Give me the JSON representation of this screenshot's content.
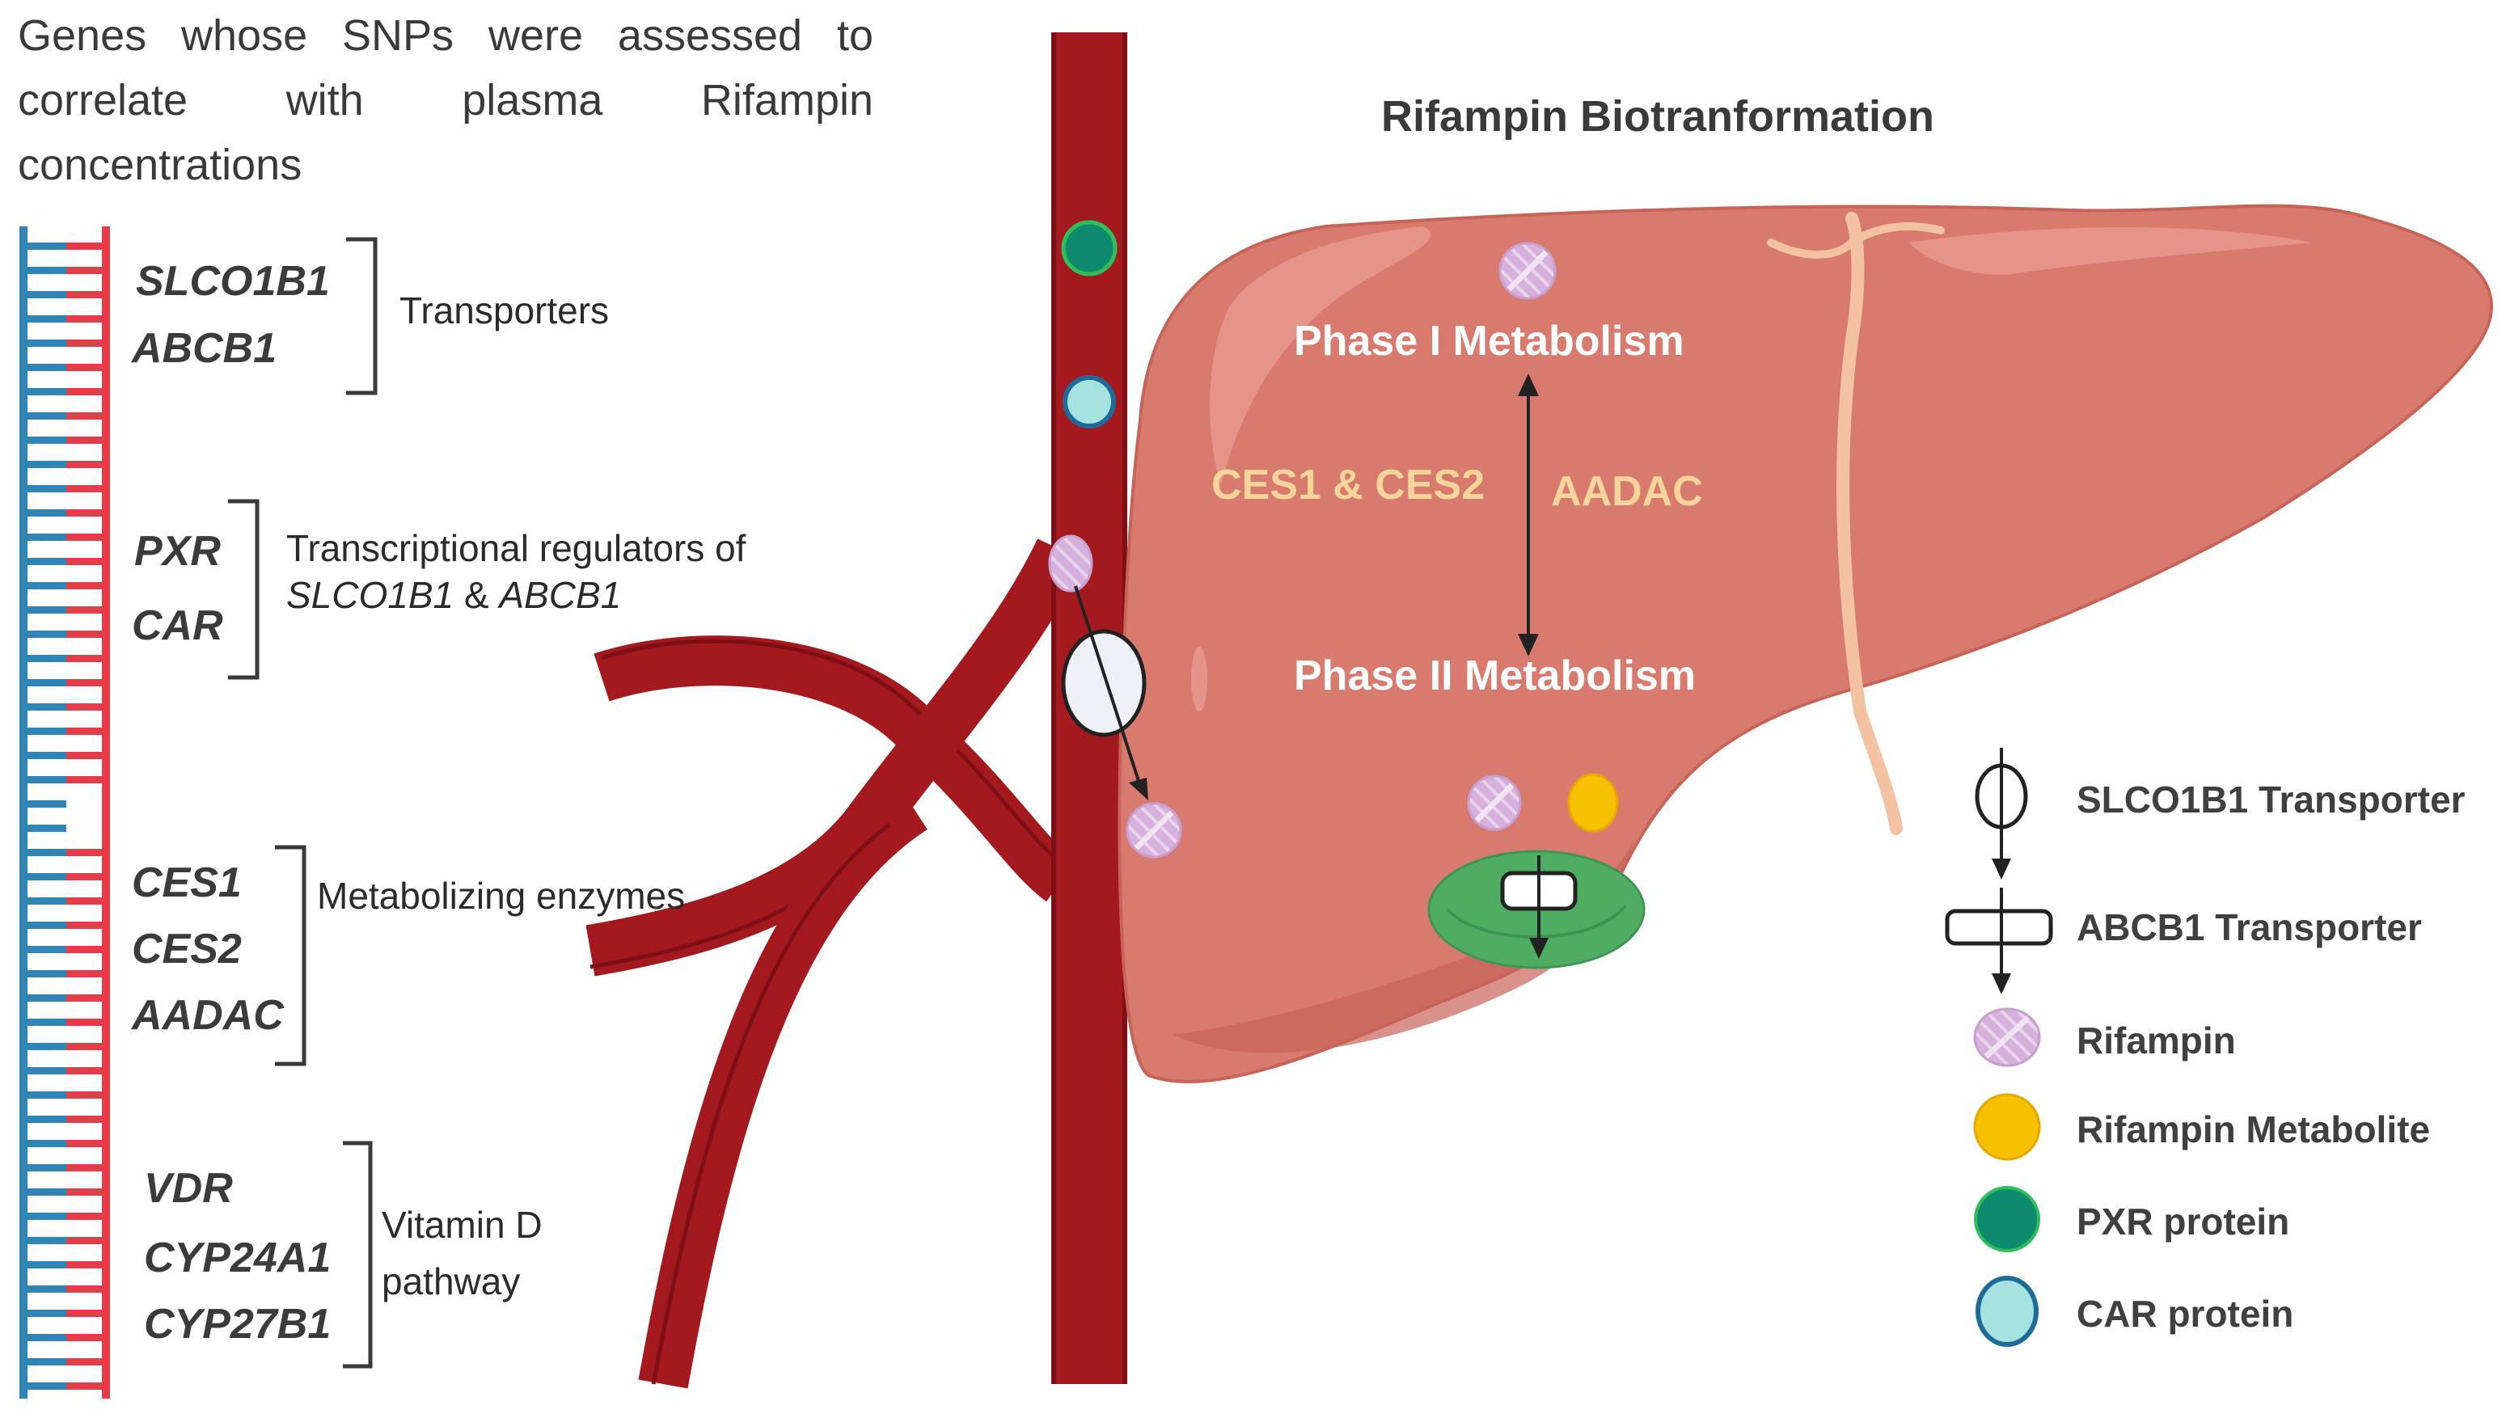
{
  "left_panel": {
    "heading": "Genes whose SNPs were assessed to correlate with plasma Rifampin concentrations",
    "groups": [
      {
        "genes": [
          "SLCO1B1",
          "ABCB1"
        ],
        "label": "Transporters"
      },
      {
        "genes": [
          "PXR",
          "CAR"
        ],
        "label_line1": "Transcriptional regulators of",
        "label_line2_a": "SLCO1B1",
        "label_line2_b": " & ",
        "label_line2_c": "ABCB1"
      },
      {
        "genes": [
          "CES1",
          "CES2",
          "AADAC"
        ],
        "label": "Metabolizing enzymes"
      },
      {
        "genes": [
          "VDR",
          "CYP24A1",
          "CYP27B1"
        ],
        "label_line1": "Vitamin D",
        "label_line2": "pathway"
      }
    ]
  },
  "liver": {
    "title": "Rifampin Biotranformation",
    "phase1": "Phase I Metabolism",
    "phase2": "Phase II Metabolism",
    "enzyme_left": "CES1 & CES2",
    "enzyme_right": "AADAC"
  },
  "legend": {
    "items": [
      {
        "icon": "slco1b1-transporter-icon",
        "label": "SLCO1B1 Transporter"
      },
      {
        "icon": "abcb1-transporter-icon",
        "label": "ABCB1 Transporter"
      },
      {
        "icon": "rifampin-icon",
        "label": "Rifampin",
        "color": "#d7b4dd"
      },
      {
        "icon": "rifampin-metabolite-icon",
        "label": "Rifampin Metabolite",
        "color": "#f7c100"
      },
      {
        "icon": "pxr-protein-icon",
        "label": "PXR protein",
        "color": "#0e8a6f"
      },
      {
        "icon": "car-protein-icon",
        "label": "CAR protein",
        "color": "#a6e2df"
      }
    ]
  },
  "colors": {
    "vessel": "#a3191d",
    "liver": "#d97a6e",
    "gallbladder": "#4fad62",
    "enzyme_text": "#f6d59a",
    "dna_blue": "#2f86b6",
    "dna_red": "#e43c48"
  }
}
